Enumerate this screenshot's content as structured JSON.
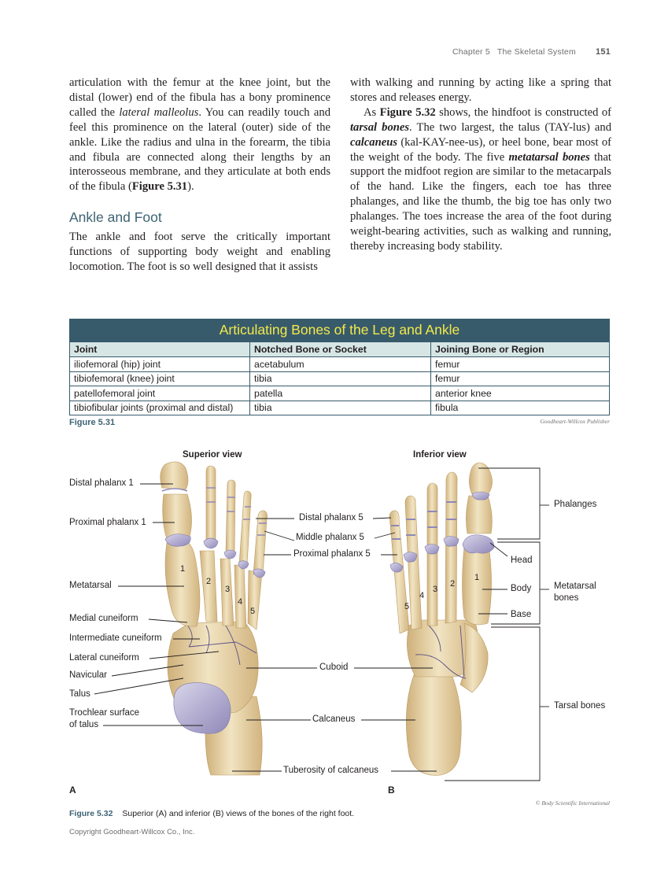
{
  "running_head": {
    "chapter": "Chapter 5",
    "title": "The Skeletal System",
    "page_number": "151"
  },
  "left_column": {
    "para1": {
      "before_italic": "articulation with the femur at the knee joint, but the distal (lower) end of the fibula has a bony prominence called the ",
      "italic": "lateral malleolus",
      "after_italic": ". You can readily touch and feel this prominence on the lateral (outer) side of the ankle. Like the radius and ulna in the forearm, the tibia and fibula are connected along their lengths by an interosseous membrane, and they articulate at both ends of the fibula (",
      "fig_ref": "Figure 5.31",
      "end": ")."
    },
    "heading": "Ankle and Foot",
    "para2": "The ankle and foot serve the critically important functions of supporting body weight and enabling locomotion. The foot is so well designed that it assists"
  },
  "right_column": {
    "para1": "with walking and running by acting like a spring that stores and releases energy.",
    "para2": {
      "t1": "As ",
      "fig_ref": "Figure 5.32",
      "t2": " shows, the hindfoot is constructed of ",
      "term1": "tarsal bones",
      "t3": ". The two largest, the talus (TAY-lus) and ",
      "term2": "calcaneus",
      "t4": " (kal-KAY-nee-us), or heel bone, bear most of the weight of the body. The five ",
      "term3": "metatarsal bones",
      "t5": " that support the midfoot region are similar to the metacarpals of the hand. Like the fingers, each toe has three phalanges, and like the thumb, the big toe has only two phalanges. The toes increase the area of the foot during weight-bearing activities, such as walking and running, thereby increasing body stability."
    }
  },
  "table": {
    "title": "Articulating Bones of the Leg and Ankle",
    "columns": [
      "Joint",
      "Notched Bone or Socket",
      "Joining Bone or Region"
    ],
    "rows": [
      [
        "iliofemoral (hip) joint",
        "acetabulum",
        "femur"
      ],
      [
        "tibiofemoral (knee) joint",
        "tibia",
        "femur"
      ],
      [
        "patellofemoral joint",
        "patella",
        "anterior knee"
      ],
      [
        "tibiofibular joints (proximal and distal)",
        "tibia",
        "fibula"
      ]
    ],
    "figure_label": "Figure 5.31",
    "credit": "Goodheart-Willcox Publisher"
  },
  "figure": {
    "superior_title": "Superior view",
    "inferior_title": "Inferior view",
    "left_labels": {
      "distal_phalanx_1": "Distal phalanx 1",
      "proximal_phalanx_1": "Proximal phalanx 1",
      "metatarsal": "Metatarsal",
      "medial_cuneiform": "Medial cuneiform",
      "intermediate_cuneiform": "Intermediate cuneiform",
      "lateral_cuneiform": "Lateral cuneiform",
      "navicular": "Navicular",
      "talus": "Talus",
      "trochlear_line1": "Trochlear surface",
      "trochlear_line2": "of talus"
    },
    "center_labels": {
      "distal_phalanx_5": "Distal phalanx 5",
      "middle_phalanx_5": "Middle phalanx 5",
      "proximal_phalanx_5": "Proximal phalanx 5",
      "cuboid": "Cuboid",
      "calcaneus": "Calcaneus",
      "tuberosity": "Tuberosity of calcaneus"
    },
    "right_labels": {
      "head": "Head",
      "body": "Body",
      "base": "Base",
      "phalanges": "Phalanges",
      "metatarsal_bones_line1": "Metatarsal",
      "metatarsal_bones_line2": "bones",
      "tarsal_bones": "Tarsal bones"
    },
    "metatarsal_numbers": [
      "1",
      "2",
      "3",
      "4",
      "5"
    ],
    "panel_a": "A",
    "panel_b": "B",
    "credit": "© Body Scientific International",
    "caption_label": "Figure 5.32",
    "caption_text": "Superior (A) and inferior (B) views of the bones of the right foot.",
    "colors": {
      "bone": "#ead9b0",
      "bone_shade": "#c9ac74",
      "cartilage": "#a9a3c9",
      "suture": "#5a4f86"
    }
  },
  "footer": {
    "copyright": "Copyright Goodheart-Willcox Co., Inc."
  },
  "colors": {
    "heading": "#3d6374",
    "table_title_bg": "#385b6b",
    "table_title_text": "#f3e94a",
    "table_header_bg": "#d6e6e5"
  }
}
